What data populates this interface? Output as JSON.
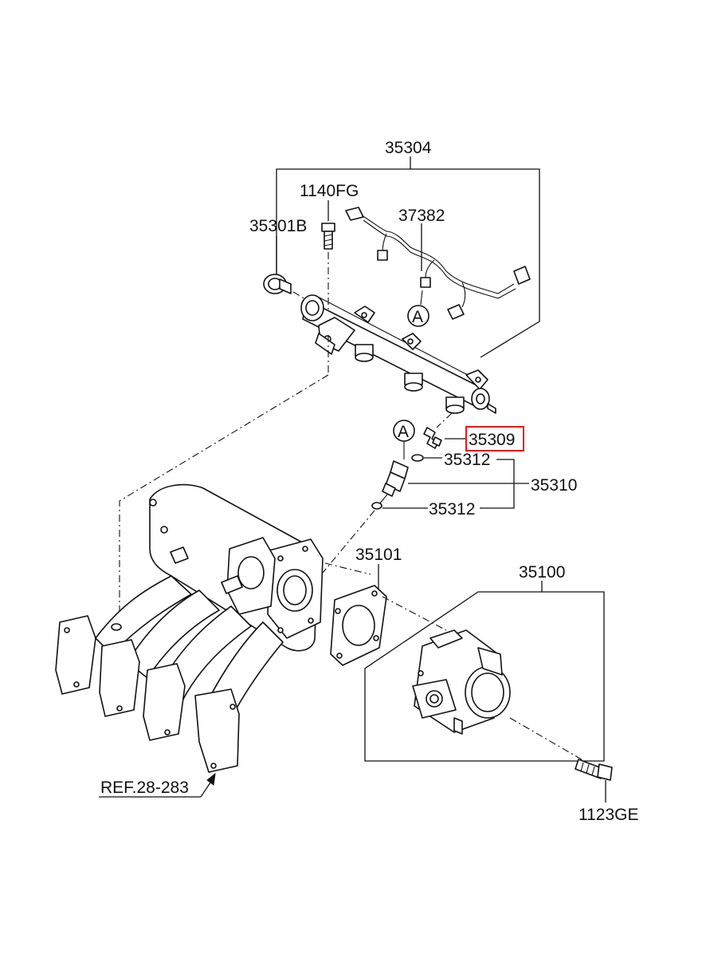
{
  "labels": {
    "fuel_rail_assy": "35304",
    "bolt_top": "1140FG",
    "pressure_regulator": "35301B",
    "wiring_harness": "37382",
    "marker_a_top": "A",
    "marker_a_injector": "A",
    "clip": "35309",
    "o_ring_upper": "35312",
    "injector": "35310",
    "o_ring_lower": "35312",
    "gasket": "35101",
    "throttle_body": "35100",
    "reference": "REF.28-283",
    "bolt_bottom": "1123GE"
  },
  "colors": {
    "line": "#111111",
    "highlight": "#e01b1b",
    "background": "#ffffff"
  },
  "highlighted_part": "35309"
}
